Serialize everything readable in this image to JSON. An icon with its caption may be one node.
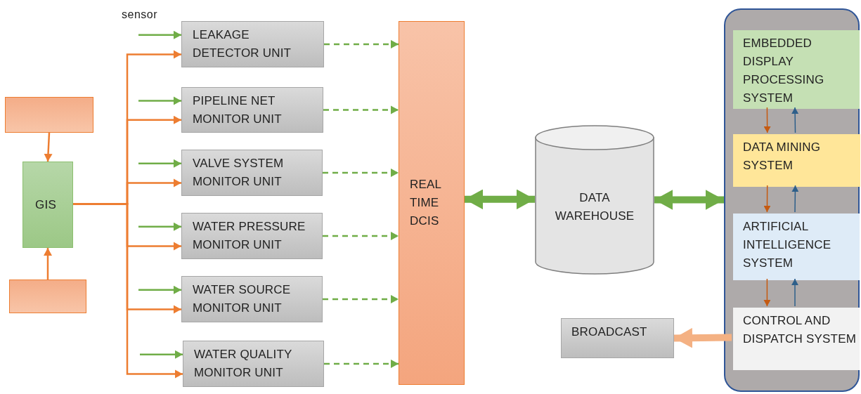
{
  "diagram": {
    "nodes": [
      {
        "text": [],
        "shape": "box"
      },
      {
        "text": [
          "GIS"
        ]
      },
      {
        "text": [],
        "shape": "box"
      },
      {
        "text": [
          "LEAKAGE DETECTOR UNIT"
        ]
      },
      {
        "text": [
          "PIPELINE NET MONITOR UNIT"
        ]
      },
      {
        "text": [
          "VALVE SYSTEM MONITOR UNIT"
        ]
      },
      {
        "text": [
          "WATER PRESSURE MONITOR UNIT"
        ]
      },
      {
        "text": [
          "WATER SOURCE MONITOR UNIT"
        ]
      },
      {
        "text": [
          "WATER QUALITY MONITOR UNIT"
        ]
      },
      {
        "text": [
          "REAL TIME DCIS"
        ]
      },
      {
        "text": [
          "DATA WAREHOUSE"
        ]
      },
      {
        "text": [],
        "shape": "box"
      },
      {
        "text": [
          "EMBEDDED DISPLAY PROCESSING SYSTEM"
        ],
        "in": 11
      },
      {
        "text": [
          "DATA MINING SYSTEM"
        ],
        "in": 11
      },
      {
        "text": [
          "ARTIFICIAL INTELLIGENCE SYSTEM"
        ],
        "in": 11
      },
      {
        "text": [
          "CONTROL AND DISPATCH SYSTEM"
        ],
        "in": 11
      },
      {
        "text": [
          "BROADCAST"
        ]
      }
    ],
    "edges": [
      {
        "from": 0,
        "to": 1,
        "arrow": "to",
        "color": "#ed7d31"
      },
      {
        "from": 2,
        "to": 1,
        "arrow": "to",
        "color": "#ed7d31"
      },
      {
        "from": 1,
        "to": 3,
        "arrow": "to",
        "color": "#ed7d31"
      },
      {
        "from": 1,
        "to": 4,
        "arrow": "to",
        "color": "#ed7d31"
      },
      {
        "from": 1,
        "to": 5,
        "arrow": "to",
        "color": "#ed7d31"
      },
      {
        "from": 1,
        "to": 6,
        "arrow": "to",
        "color": "#ed7d31"
      },
      {
        "from": 1,
        "to": 7,
        "arrow": "to",
        "color": "#ed7d31"
      },
      {
        "from": 1,
        "to": 8,
        "arrow": "to",
        "color": "#ed7d31"
      },
      {
        "from": null,
        "to": 3,
        "arrow": "to"
      },
      {
        "from": null,
        "to": 4,
        "arrow": "to"
      },
      {
        "from": null,
        "to": 5,
        "arrow": "to"
      },
      {
        "from": null,
        "to": 6,
        "arrow": "to"
      },
      {
        "from": null,
        "to": 7,
        "arrow": "to"
      },
      {
        "from": null,
        "to": 8,
        "arrow": "to"
      },
      {
        "from": 3,
        "to": 9,
        "arrow": "to",
        "style": "dashed"
      },
      {
        "from": 4,
        "to": 9,
        "arrow": "to",
        "style": "dashed"
      },
      {
        "from": 5,
        "to": 9,
        "arrow": "to",
        "style": "dashed"
      },
      {
        "from": 6,
        "to": 9,
        "arrow": "to",
        "style": "dashed"
      },
      {
        "from": 7,
        "to": 9,
        "arrow": "to",
        "style": "dashed"
      },
      {
        "from": 8,
        "to": 9,
        "arrow": "to",
        "style": "dashed"
      },
      {
        "from": 9,
        "to": 10,
        "arrow": "both",
        "style": "thick"
      },
      {
        "from": 10,
        "to": 11,
        "arrow": "both",
        "style": "thick"
      },
      {
        "from": 12,
        "to": 13,
        "arrow": "to",
        "color": "#c55a11"
      },
      {
        "from": 13,
        "to": 12,
        "arrow": "to",
        "color": "#2e5f8a"
      },
      {
        "from": 13,
        "to": 14,
        "arrow": "to",
        "color": "#c55a11"
      },
      {
        "from": 14,
        "to": 13,
        "arrow": "to",
        "color": "#2e5f8a"
      },
      {
        "from": 14,
        "to": 15,
        "arrow": "to",
        "color": "#c55a11"
      },
      {
        "from": 15,
        "to": 14,
        "arrow": "to",
        "color": "#2e5f8a"
      },
      {
        "from": 15,
        "to": 16,
        "arrow": "to",
        "style": "thick",
        "color": "#f4b183"
      }
    ],
    "labels": [
      "sensor"
    ]
  }
}
